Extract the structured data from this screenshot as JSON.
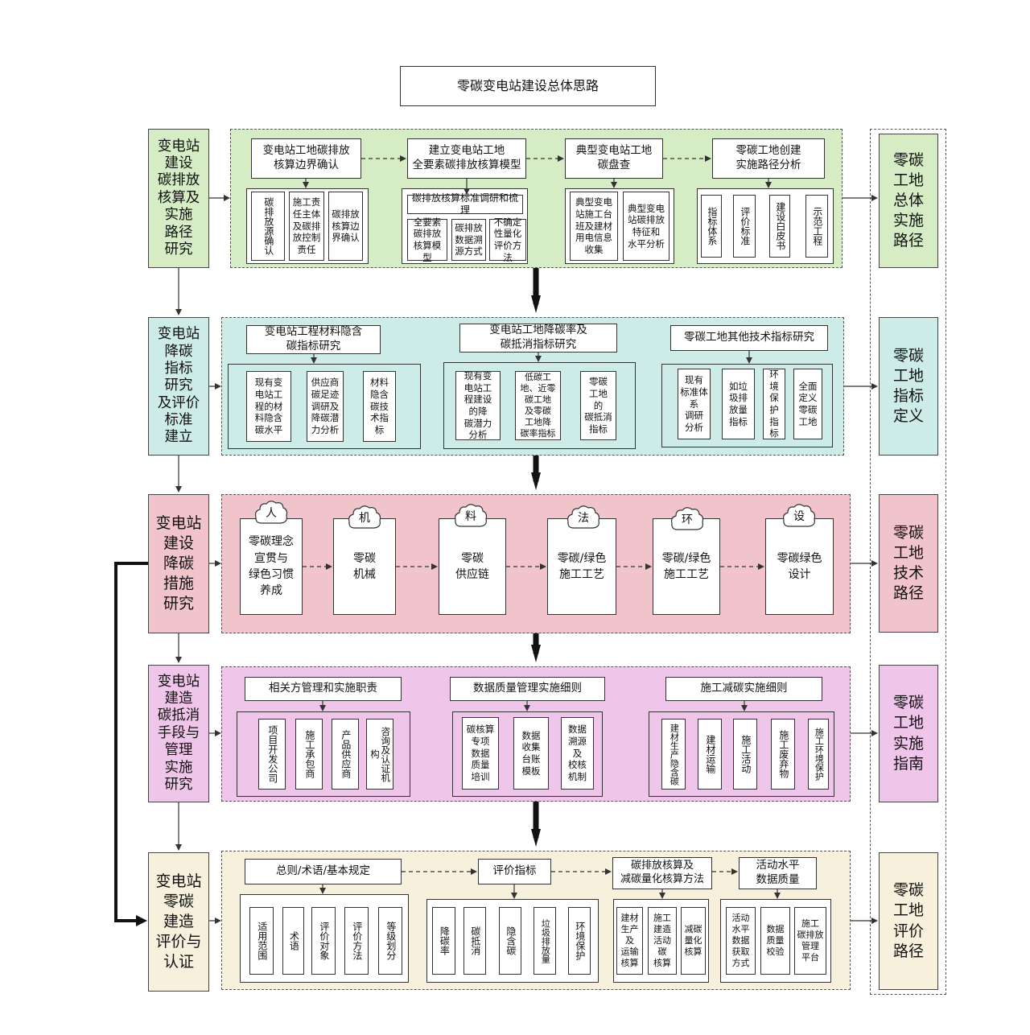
{
  "title": "零碳变电站建设总体思路",
  "colors": {
    "green": "#d5ecc4",
    "teal": "#cdece8",
    "pink": "#f1c4cc",
    "magenta": "#f0c5ea",
    "cream": "#f6f0dc"
  },
  "rows": [
    {
      "left": "变电站\n建设\n碳排放\n核算及\n实施\n路径\n研究",
      "right": "零碳\n工地\n总体\n实施\n路径",
      "headers": [
        "变电站工地碳排放\n核算边界确认",
        "建立变电站工地\n全要素碳排放核算模型",
        "典型变电站工地\n碳盘查",
        "零碳工地创建\n实施路径分析"
      ],
      "sub_title": "碳排放核算标准调研和梳理",
      "groups": [
        [
          "碳排放源确认",
          "施工责\n任主体\n及碳排\n放控制\n责任",
          "碳排放\n核算边\n界确认"
        ],
        [
          "全要素\n碳排放\n核算模型",
          "碳排放\n数据溯\n源方式",
          "不确定\n性量化\n评价方法"
        ],
        [
          "典型变电\n站施工台\n班及建材\n用电信息\n收集",
          "典型变电\n站碳排放\n特征和\n水平分析"
        ],
        [
          "指标体系",
          "评价标准",
          "建设白皮书",
          "示范工程"
        ]
      ]
    },
    {
      "left": "变电站\n降碳\n指标\n研究\n及评价\n标准\n建立",
      "right": "零碳\n工地\n指标\n定义",
      "headers": [
        "变电站工程材料隐含\n碳指标研究",
        "变电站工地降碳率及\n碳抵消指标研究",
        "零碳工地其他技术指标研究"
      ],
      "groups": [
        [
          "现有变\n电站工\n程的材\n料隐含\n碳水平",
          "供应商\n碳足迹\n调研及\n降碳潜\n力分析",
          "材料\n隐含\n碳技\n术指\n标"
        ],
        [
          "现有变\n电站工\n程建设\n的降\n碳潜力\n分析",
          "低碳工\n地、近零\n碳工地\n及零碳\n工地降\n碳率指标",
          "零碳\n工地\n的\n碳抵消\n指标"
        ],
        [
          "现有\n标准体系\n调研\n分析",
          "如垃\n圾排\n放量\n指标",
          "环境\n保护\n指标",
          "全面\n定义\n零碳\n工地"
        ]
      ]
    },
    {
      "left": "变电站\n建设\n降碳\n措施\n研究",
      "right": "零碳\n工地\n技术\n路径",
      "clouds": [
        "人",
        "机",
        "料",
        "法",
        "环",
        "设"
      ],
      "items": [
        "零碳理念\n宣贯与\n绿色习惯\n养成",
        "零碳\n机械",
        "零碳\n供应链",
        "零碳/绿色\n施工工艺",
        "零碳/绿色\n施工工艺",
        "零碳绿色\n设计"
      ]
    },
    {
      "left": "变电站\n建造\n碳抵消\n手段与\n管理\n实施\n研究",
      "right": "零碳\n工地\n实施\n指南",
      "headers": [
        "相关方管理和实施职责",
        "数据质量管理实施细则",
        "施工减碳实施细则"
      ],
      "groups": [
        [
          "项目开发公司",
          "施工承包商",
          "产品供应商",
          "咨询及认证机构"
        ],
        [
          "碳核算\n专项\n数据\n质量\n培训",
          "数据\n收集\n台账\n模板",
          "数据\n溯源\n及\n校核\n机制"
        ],
        [
          "建材生产隐含碳",
          "建材运输",
          "施工活动",
          "施工废弃物",
          "施工环境保护"
        ]
      ]
    },
    {
      "left": "变电站\n零碳\n建造\n评价与\n认证",
      "right": "零碳\n工地\n评价\n路径",
      "headers": [
        "总则/术语/基本规定",
        "评价指标",
        "碳排放核算及\n减碳量化核算方法",
        "活动水平\n数据质量"
      ],
      "groups": [
        [
          "适用范围",
          "术语",
          "评价对象",
          "评价方法",
          "等级划分"
        ],
        [
          "降碳率",
          "碳抵消",
          "隐含碳",
          "垃圾排放量",
          "环境保护"
        ],
        [
          "建材\n生产\n及\n运输\n核算",
          "施工\n建造\n活动\n碳\n核算",
          "减碳\n量化\n核算"
        ],
        [
          "活动\n水平\n数据\n获取\n方式",
          "数据\n质量\n校验",
          "施工\n碳排放\n管理\n平台"
        ]
      ]
    }
  ]
}
